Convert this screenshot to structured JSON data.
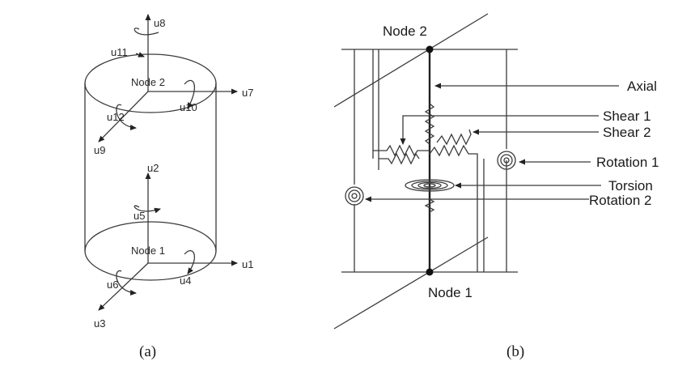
{
  "panel_a": {
    "caption": "(a)",
    "node_top": "Node 2",
    "node_bottom": "Node 1",
    "dofs": {
      "u1": "u1",
      "u2": "u2",
      "u3": "u3",
      "u4": "u4",
      "u5": "u5",
      "u6": "u6",
      "u7": "u7",
      "u8": "u8",
      "u9": "u9",
      "u10": "u10",
      "u11": "u11",
      "u12": "u12"
    }
  },
  "panel_b": {
    "caption": "(b)",
    "node_top": "Node 2",
    "node_bottom": "Node 1",
    "springs": {
      "axial": "Axial",
      "shear1": "Shear 1",
      "shear2": "Shear 2",
      "rotation1": "Rotation 1",
      "torsion": "Torsion",
      "rotation2": "Rotation 2"
    }
  }
}
